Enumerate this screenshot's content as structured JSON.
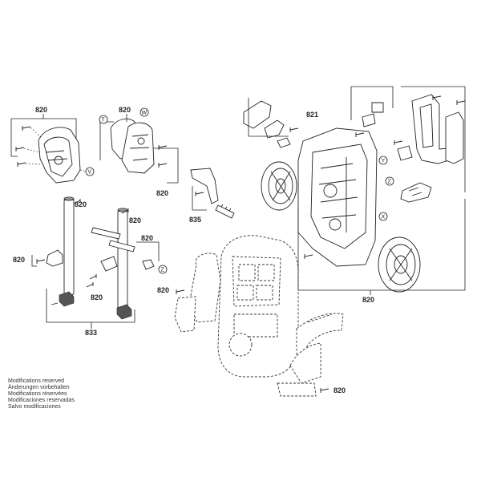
{
  "part_labels": {
    "p820_a": "820",
    "p820_b": "820",
    "p820_c": "820",
    "p820_d": "820",
    "p820_e": "820",
    "p820_f": "820",
    "p820_g": "820",
    "p820_h": "820",
    "p820_i": "820",
    "p820_j": "820",
    "p821": "821",
    "p833": "833",
    "p835": "835"
  },
  "view_markers": {
    "T": "T",
    "W": "W",
    "V": "V",
    "X": "X",
    "Y": "Y",
    "Z_left": "Z",
    "Z_right": "Z"
  },
  "notes": [
    "Modifications reserved",
    "Änderungen vorbehalten",
    "Modifications réservées",
    "Modificaciones reservadas",
    "Salvo modificaciones"
  ]
}
